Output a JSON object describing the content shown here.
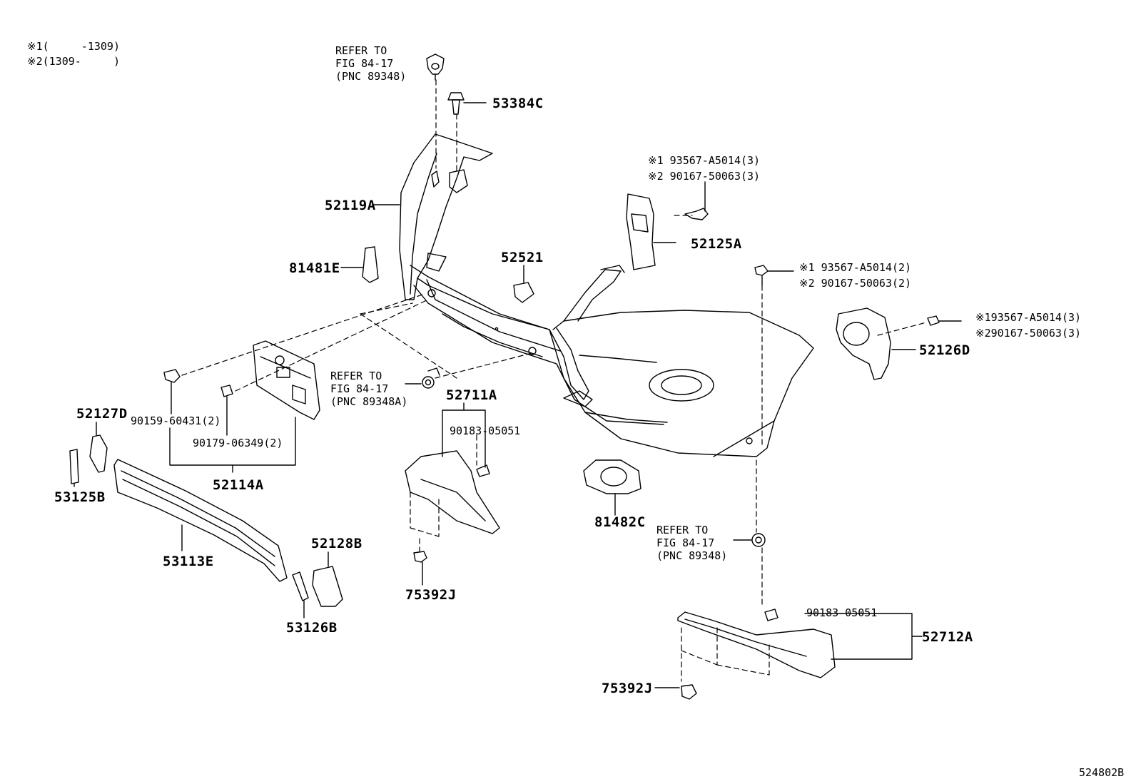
{
  "legend": {
    "line1": "※1(     -1309)",
    "line2": "※2(1309-     )"
  },
  "refer": {
    "top": [
      "REFER TO",
      "FIG 84-17",
      "(PNC 89348)"
    ],
    "mid": [
      "REFER TO",
      "FIG 84-17",
      "(PNC 89348A)"
    ],
    "right": [
      "REFER TO",
      "FIG 84-17",
      "(PNC 89348)"
    ]
  },
  "parts": {
    "p53384C": "53384C",
    "p52119A": "52119A",
    "p81481E": "81481E",
    "p52521": "52521",
    "p52125A": "52125A",
    "p52125A_n1": "※1 93567-A5014(3)",
    "p52125A_n2": "※2 90167-50063(3)",
    "p_bolt_n1": "※1 93567-A5014(2)",
    "p_bolt_n2": "※2 90167-50063(2)",
    "p52126D_n1": "※193567-A5014(3)",
    "p52126D_n2": "※290167-50063(3)",
    "p52126D": "52126D",
    "p52711A": "52711A",
    "p90183a": "90183-05051",
    "p52127D": "52127D",
    "p90159": "90159-60431(2)",
    "p90179": "90179-06349(2)",
    "p52114A": "52114A",
    "p53125B": "53125B",
    "p53113E": "53113E",
    "p52128B": "52128B",
    "p53126B": "53126B",
    "p75392Ja": "75392J",
    "p81482C": "81482C",
    "p90183b": "90183-05051",
    "p52712A": "52712A",
    "p75392Jb": "75392J"
  },
  "footer": {
    "figure_id": "524802B"
  }
}
